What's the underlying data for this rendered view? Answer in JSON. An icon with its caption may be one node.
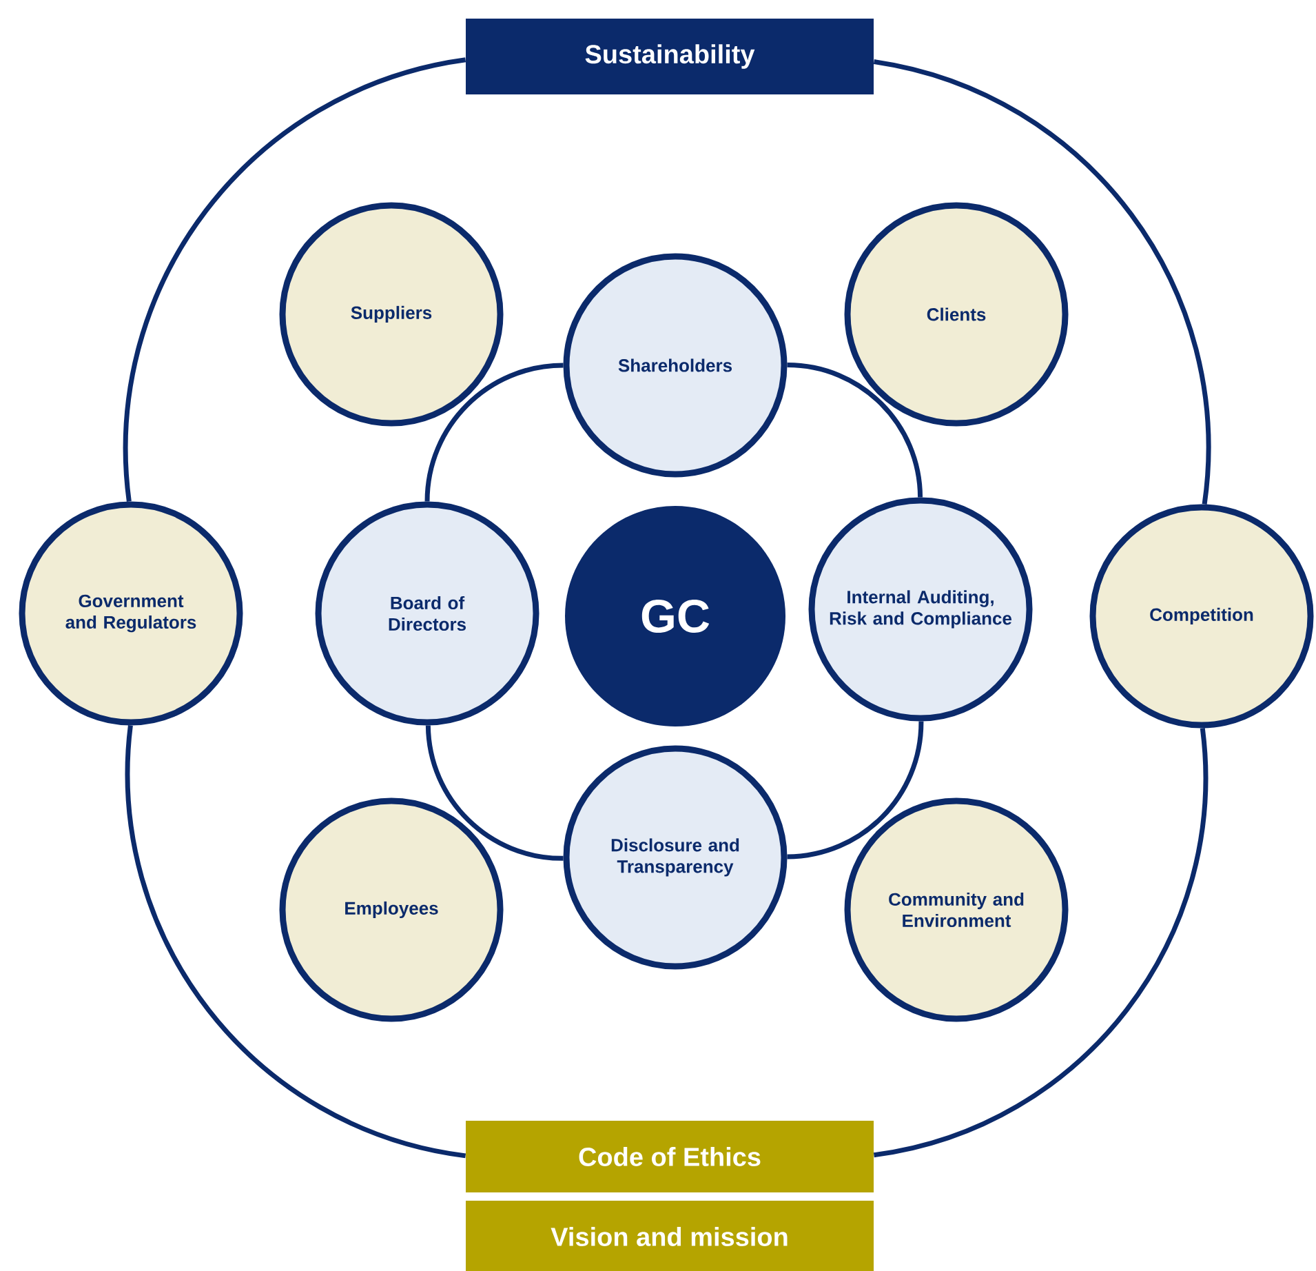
{
  "diagram": {
    "nodes": [
      {
        "text": [
          "Sustainability"
        ]
      },
      {
        "text": [
          "Suppliers"
        ]
      },
      {
        "text": [
          "Shareholders"
        ]
      },
      {
        "text": [
          "Clients"
        ]
      },
      {
        "text": [
          "Government and Regulators"
        ]
      },
      {
        "text": [
          "Board of Directors"
        ]
      },
      {
        "text": [
          "GC"
        ]
      },
      {
        "text": [
          "Internal Auditing, Risk and Compliance"
        ]
      },
      {
        "text": [
          "Competition"
        ]
      },
      {
        "text": [
          "Employees"
        ]
      },
      {
        "text": [
          "Disclosure and Transparency"
        ]
      },
      {
        "text": [
          "Community and Environment"
        ]
      },
      {
        "text": [
          "Code of Ethics"
        ]
      },
      {
        "text": [
          "Vision and mission"
        ]
      }
    ],
    "edges": [
      {
        "from": 2,
        "to": 7,
        "arrow": "none"
      },
      {
        "from": 7,
        "to": 10,
        "arrow": "none"
      },
      {
        "from": 10,
        "to": 5,
        "arrow": "none"
      },
      {
        "from": 5,
        "to": 2,
        "arrow": "none"
      },
      {
        "from": 0,
        "to": 8,
        "arrow": "none"
      },
      {
        "from": 8,
        "to": 12,
        "arrow": "none"
      },
      {
        "from": 12,
        "to": 4,
        "arrow": "none"
      },
      {
        "from": 4,
        "to": 0,
        "arrow": "none"
      }
    ]
  }
}
